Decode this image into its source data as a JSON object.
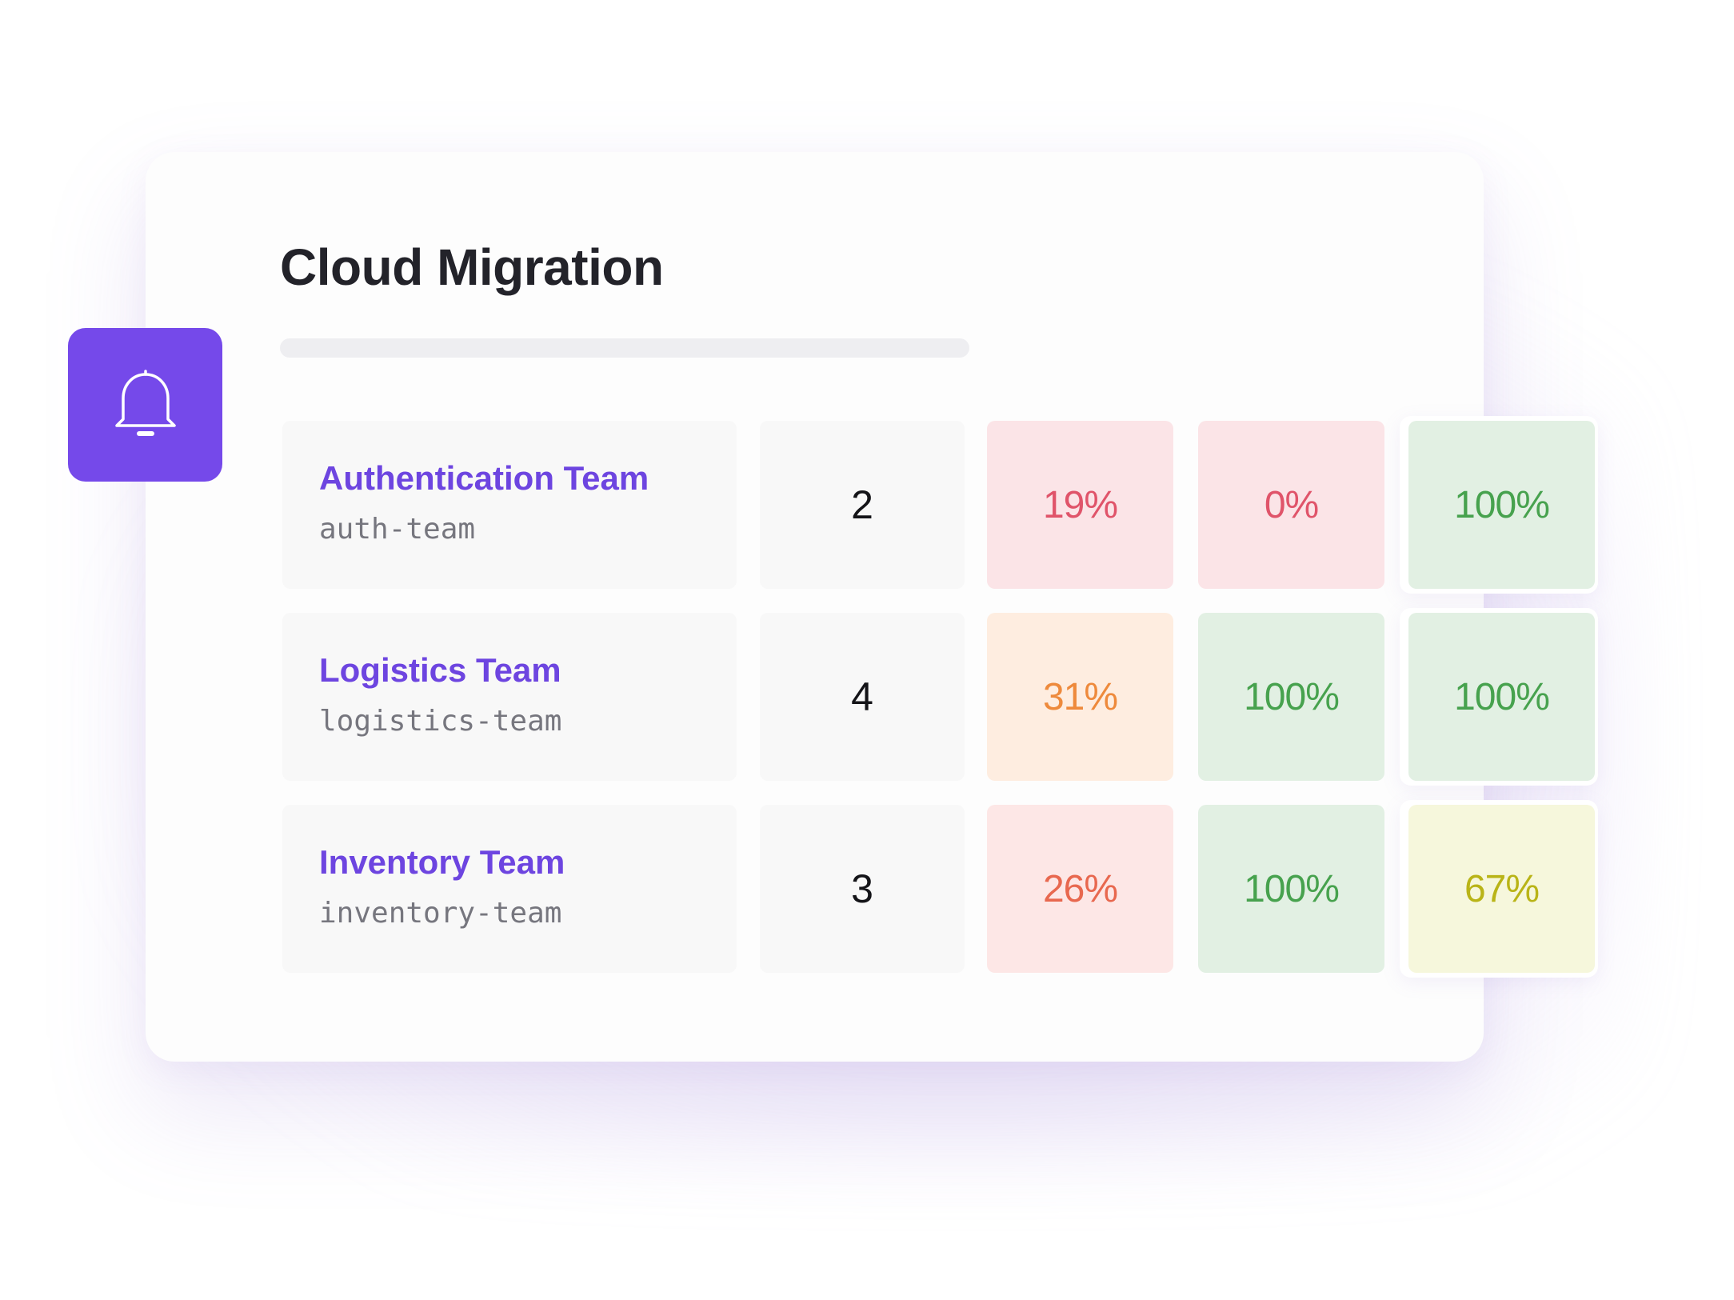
{
  "project": {
    "title": "Cloud Migration",
    "progress_percent": 0
  },
  "icons": {
    "notification": "bell-icon"
  },
  "status_colors": {
    "red": {
      "bg": "#fbe4e7",
      "text": "#e0546a"
    },
    "orange": {
      "bg": "#feede0",
      "text": "#ee8a3c"
    },
    "salmon": {
      "bg": "#fde7e6",
      "text": "#e8684f"
    },
    "green": {
      "bg": "#e2f0e3",
      "text": "#47a24e"
    },
    "yellow": {
      "bg": "#f6f7dc",
      "text": "#b9b417"
    }
  },
  "teams": [
    {
      "name": "Authentication Team",
      "slug": "auth-team",
      "count": "2",
      "metrics": [
        {
          "value": "19%",
          "status": "red"
        },
        {
          "value": "0%",
          "status": "red"
        },
        {
          "value": "100%",
          "status": "green"
        }
      ]
    },
    {
      "name": "Logistics Team",
      "slug": "logistics-team",
      "count": "4",
      "metrics": [
        {
          "value": "31%",
          "status": "orange"
        },
        {
          "value": "100%",
          "status": "green"
        },
        {
          "value": "100%",
          "status": "green"
        }
      ]
    },
    {
      "name": "Inventory Team",
      "slug": "inventory-team",
      "count": "3",
      "metrics": [
        {
          "value": "26%",
          "status": "salmon"
        },
        {
          "value": "100%",
          "status": "green"
        },
        {
          "value": "67%",
          "status": "yellow"
        }
      ]
    }
  ]
}
